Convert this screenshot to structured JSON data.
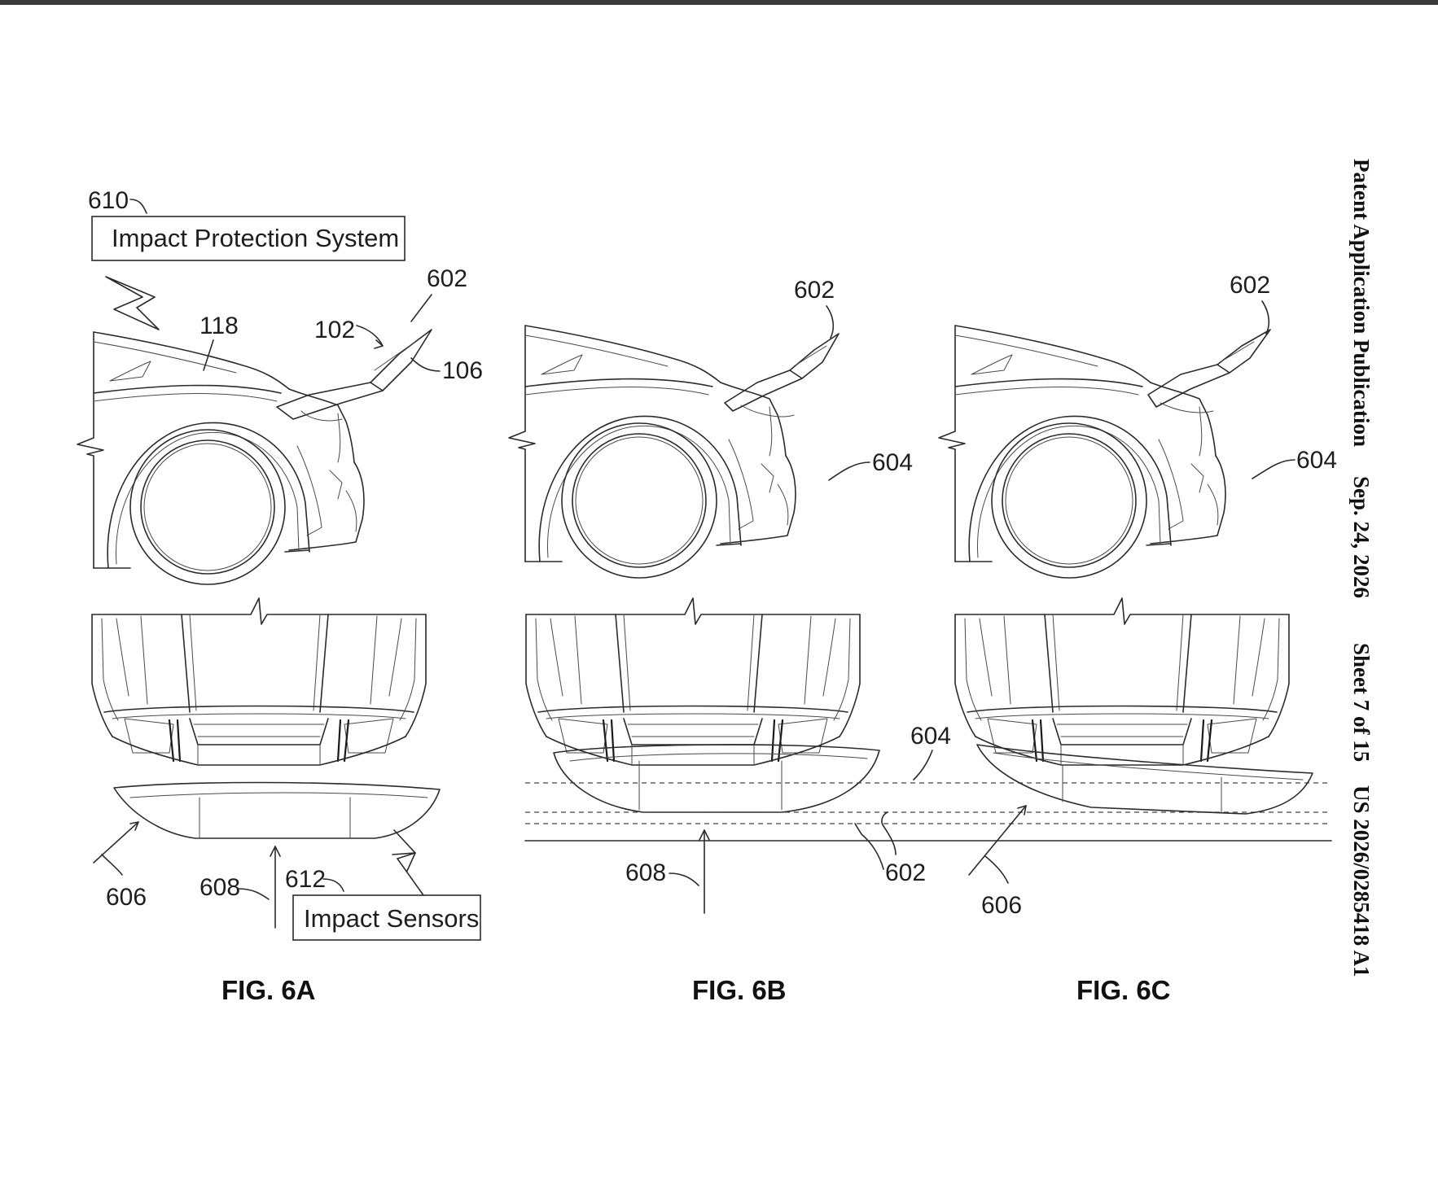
{
  "header": {
    "publication": "Patent Application Publication",
    "date": "Sep. 24, 2026",
    "sheet": "Sheet 7 of 15",
    "number": "US 2026/0285418 A1"
  },
  "boxes": {
    "impact_protection_system": "Impact Protection System",
    "impact_sensors": "Impact Sensors"
  },
  "refs": {
    "r610": "610",
    "r612": "612",
    "r118": "118",
    "r102": "102",
    "r106": "106",
    "r602": "602",
    "r604": "604",
    "r606": "606",
    "r608": "608"
  },
  "figures": {
    "a": "FIG. 6A",
    "b": "FIG. 6B",
    "c": "FIG. 6C"
  }
}
